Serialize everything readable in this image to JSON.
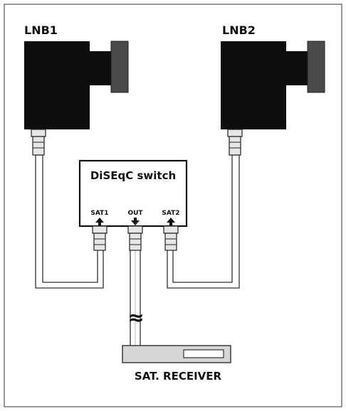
{
  "labels": {
    "lnb1": "LNB1",
    "lnb2": "LNB2",
    "switch_title": "DiSEqC switch",
    "port_sat1": "SAT1",
    "port_out": "OUT",
    "port_sat2": "SAT2",
    "receiver": "SAT. RECEIVER",
    "break_symbol": "≈"
  },
  "colors": {
    "lnb_body": "#0d0d0d",
    "lnb_flange": "#4a4a4a",
    "connector_fill": "#e6e6e6",
    "cable_fill": "#ffffff",
    "receiver_fill": "#d6d6d6",
    "stroke": "#222222"
  }
}
